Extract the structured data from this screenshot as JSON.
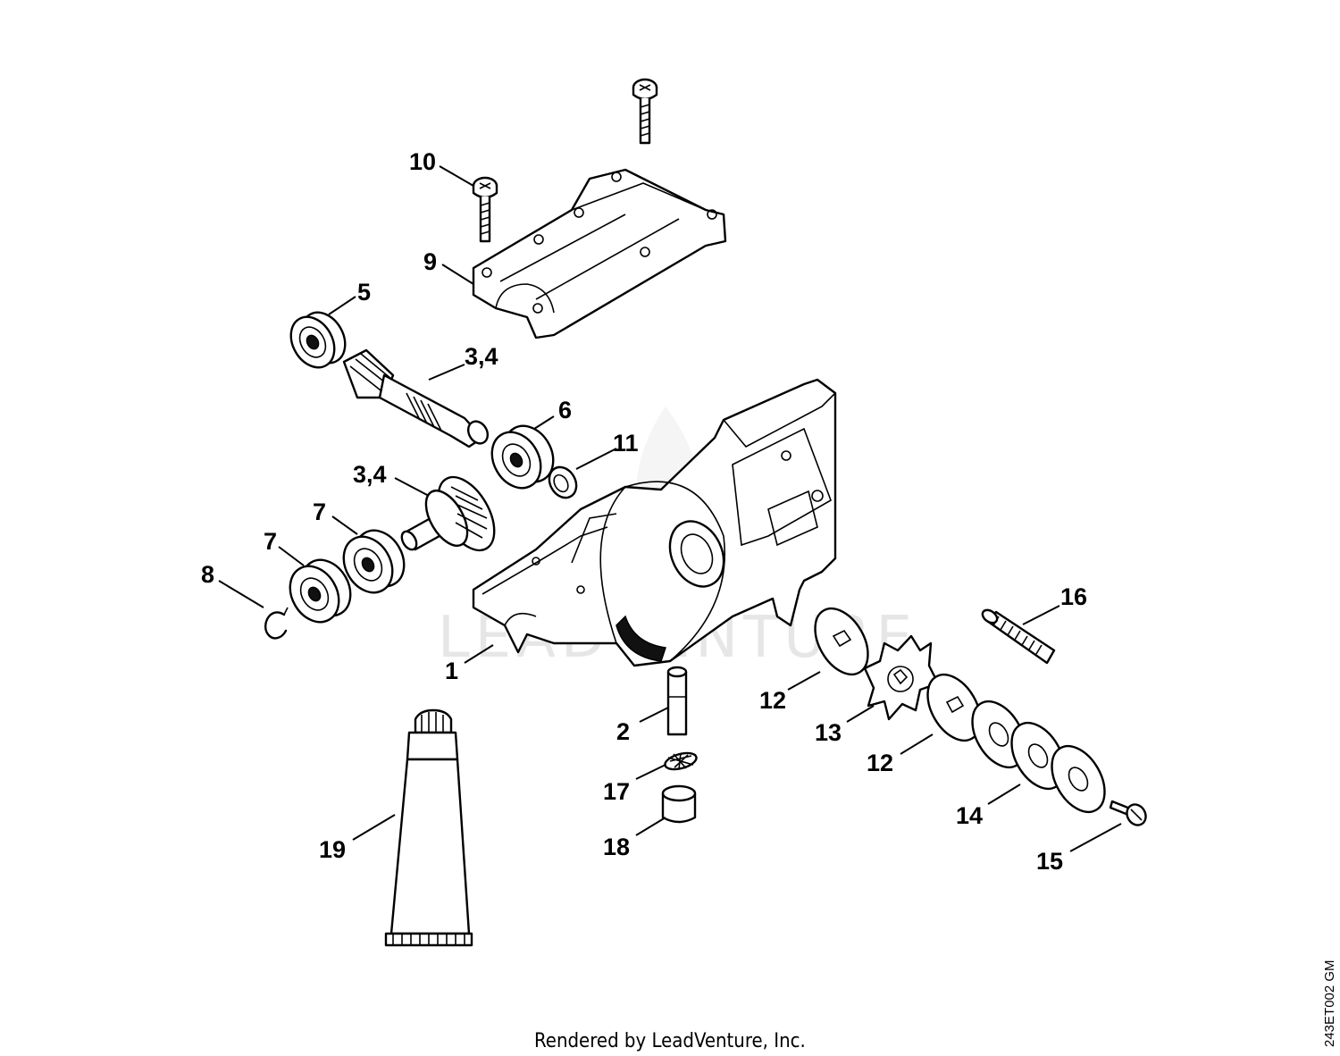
{
  "callouts": {
    "c1": "1",
    "c2": "2",
    "c3a": "3,4",
    "c3b": "3,4",
    "c5": "5",
    "c6": "6",
    "c7a": "7",
    "c7b": "7",
    "c8": "8",
    "c9": "9",
    "c10": "10",
    "c11": "11",
    "c12a": "12",
    "c12b": "12",
    "c13": "13",
    "c14": "14",
    "c15": "15",
    "c16": "16",
    "c17": "17",
    "c18": "18",
    "c19": "19"
  },
  "footer": "Rendered by LeadVenture, Inc.",
  "diagram_code": "243ET002 GM",
  "watermark": "LEADVENTURE"
}
